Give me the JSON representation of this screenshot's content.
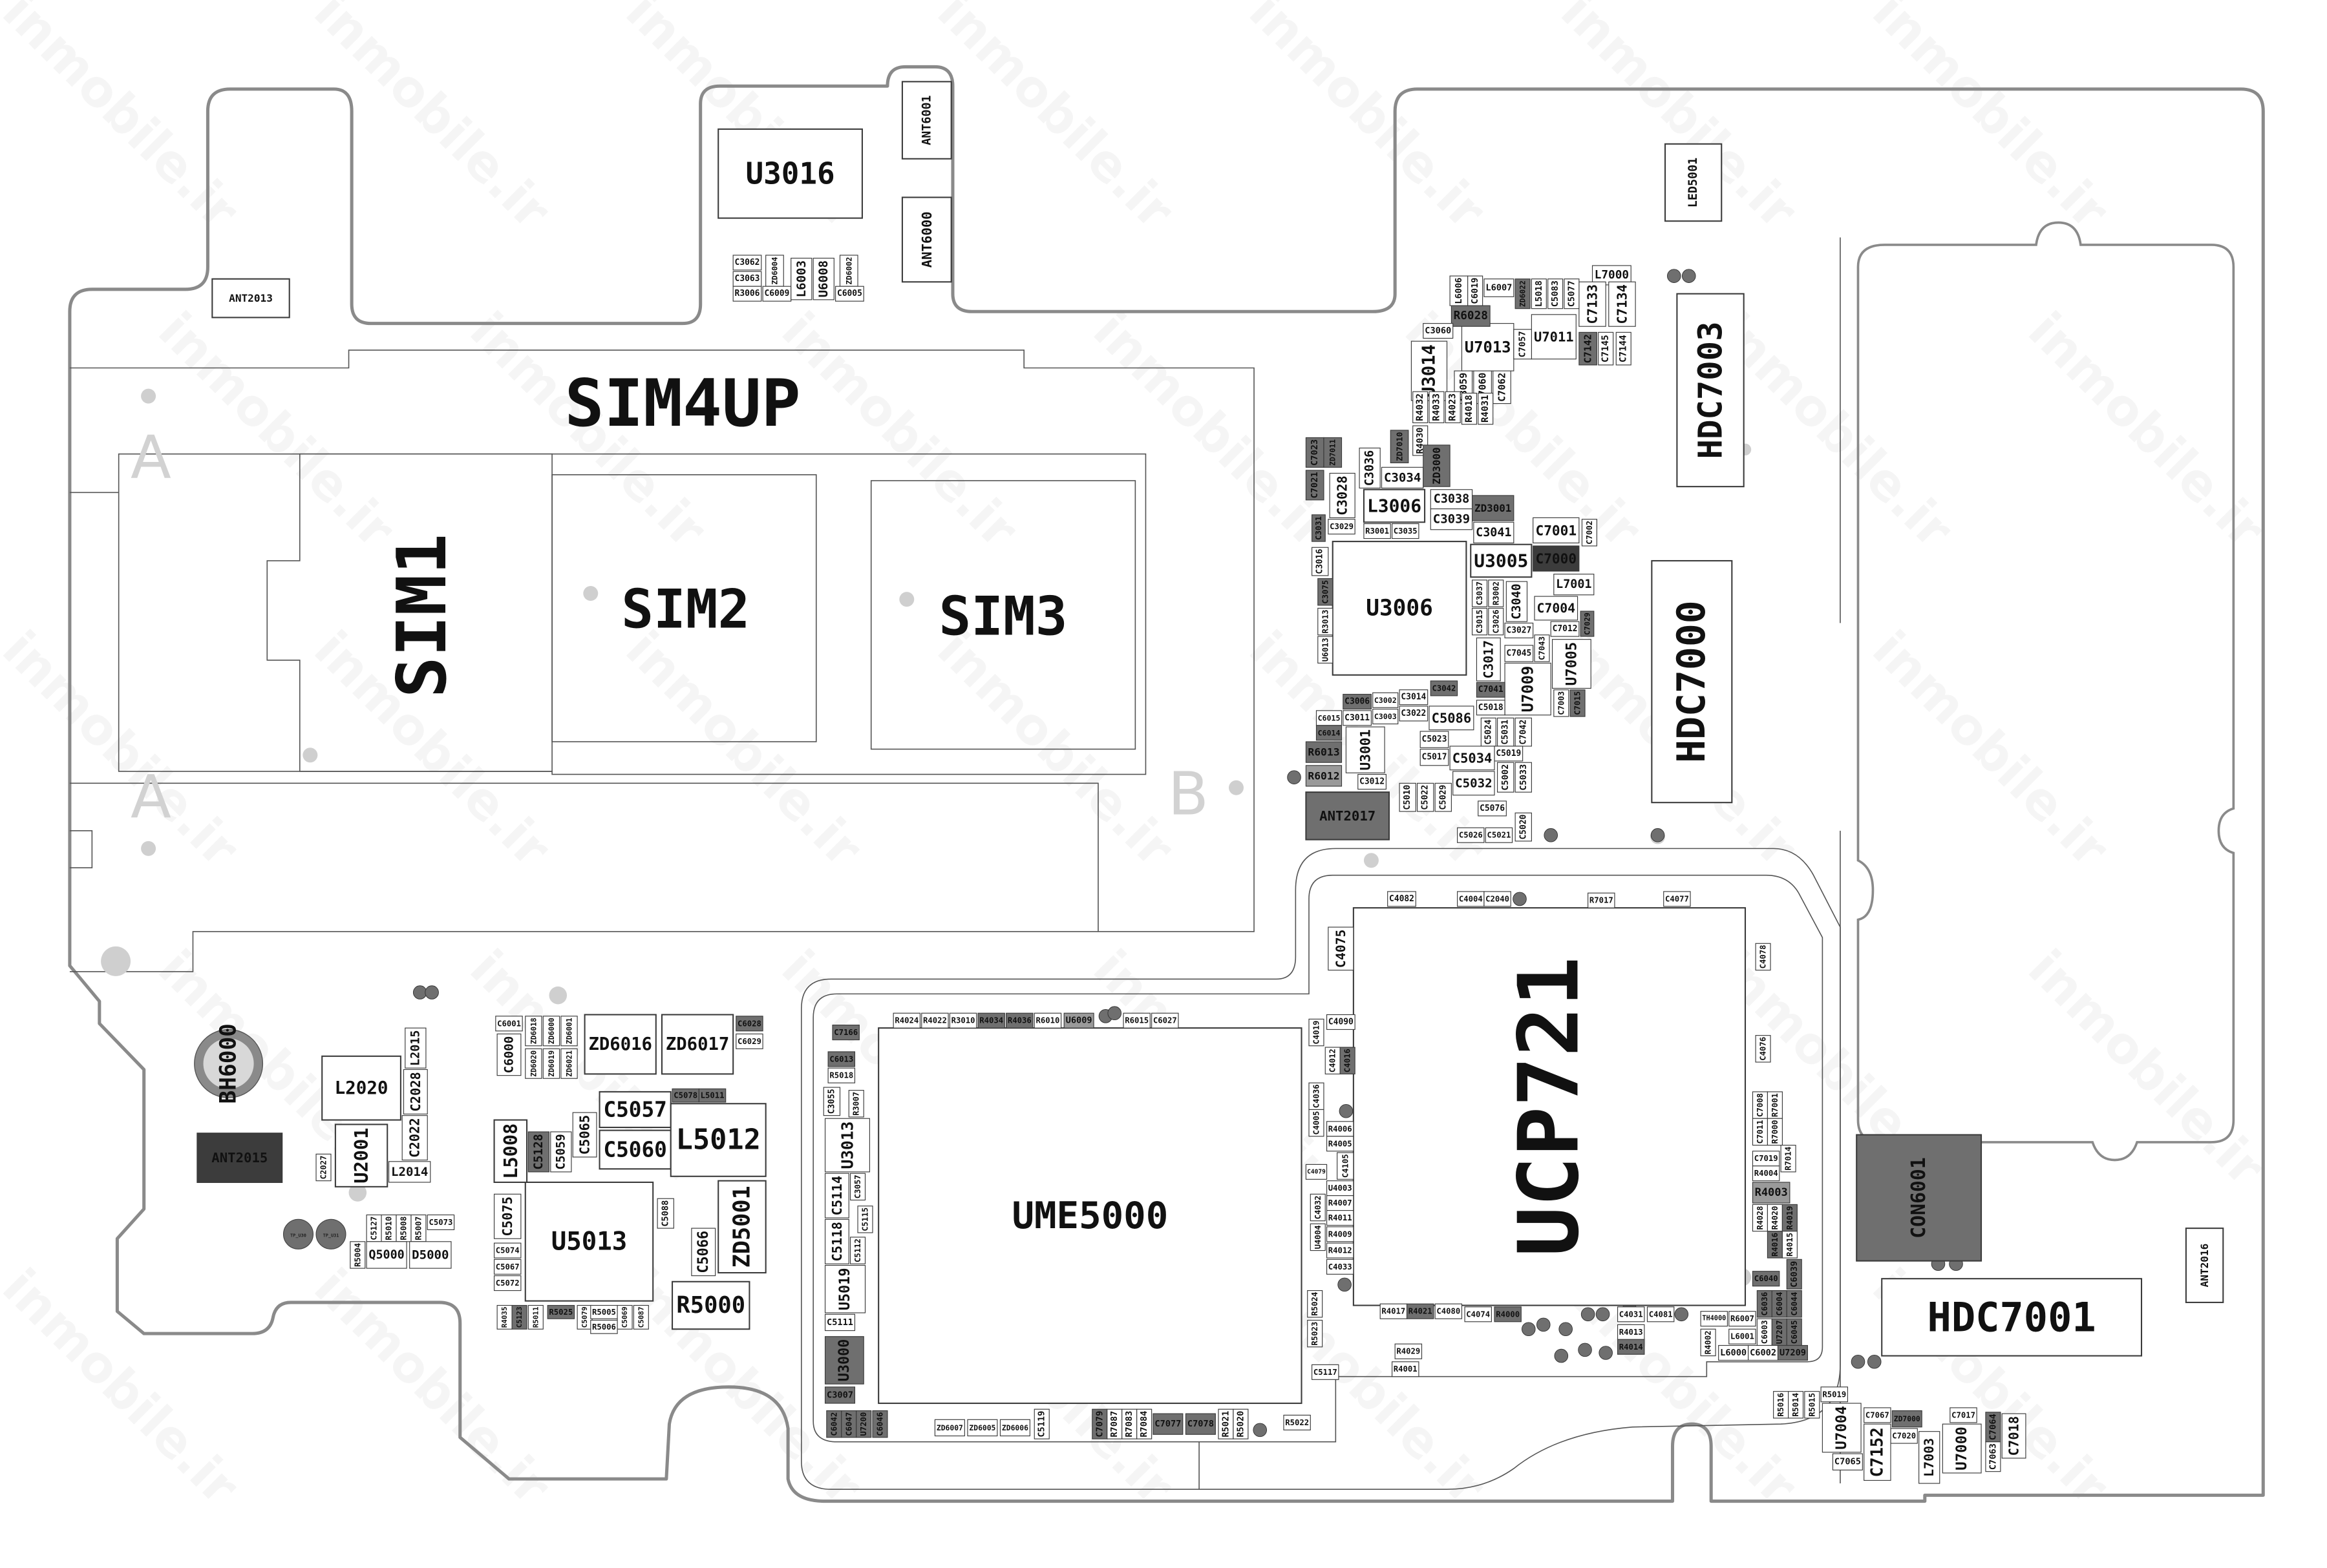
{
  "board": {
    "title": "SIM4UP",
    "sim_slots": [
      "SIM1",
      "SIM2",
      "SIM3"
    ],
    "tray_markers": [
      "A",
      "A",
      "B"
    ],
    "watermark": "inmobile.ir",
    "battery_holder": "BH6000",
    "test_points": [
      "TP_U30",
      "TP_U31"
    ]
  },
  "components": [
    "U3016",
    "ANT6001",
    "ANT6000",
    "ANT2013",
    "LED5001",
    "HDC7003",
    "HDC7000",
    "HDC7001",
    "CON6001",
    "ANT2016",
    "UCP721",
    "UME5000",
    "U3006",
    "U5013",
    "L2020",
    "ANT2015",
    "ANT2017",
    "C3062",
    "C3063",
    "R3006",
    "ZD6004",
    "C6009",
    "L6003",
    "U6008",
    "ZD6002",
    "C6005",
    "L7000",
    "C7133",
    "C7134",
    "U7011",
    "U7013",
    "U3014",
    "R6028",
    "L6006",
    "C6019",
    "L6007",
    "ZD6022",
    "L5018",
    "C5083",
    "C5077",
    "C3060",
    "C7057",
    "C7142",
    "C7145",
    "C7144",
    "C3059",
    "C7060",
    "C7062",
    "R4032",
    "R4033",
    "R4023",
    "R4018",
    "R4031",
    "R4030",
    "ZD7010",
    "C7023",
    "ZD7011",
    "C7021",
    "C3036",
    "C3034",
    "ZD3000",
    "C3028",
    "L3006",
    "C3038",
    "C3039",
    "ZD3001",
    "C3041",
    "C7001",
    "C7002",
    "C3029",
    "R3001",
    "C3035",
    "C3031",
    "U3005",
    "C7000",
    "L7001",
    "C7004",
    "C3040",
    "C3037",
    "R3002",
    "C3015",
    "C3026",
    "C3027",
    "C7012",
    "C7029",
    "C3017",
    "C7045",
    "C7043",
    "U7009",
    "U7005",
    "C7003",
    "C7015",
    "C7041",
    "C5018",
    "C5024",
    "C5031",
    "C7042",
    "C5019",
    "C5002",
    "C5033",
    "C3042",
    "C3006",
    "C3002",
    "C3014",
    "C6015",
    "C3011",
    "C3003",
    "C3022",
    "C5086",
    "C6014",
    "R6013",
    "R6012",
    "U3001",
    "C3012",
    "C5023",
    "C5017",
    "C5034",
    "C5032",
    "C5010",
    "C5022",
    "C5029",
    "C5076",
    "C5026",
    "C5021",
    "C5020",
    "C3016",
    "C3075",
    "R3013",
    "U6013",
    "C4082",
    "C4004",
    "C2040",
    "R7017",
    "C4077",
    "C4075",
    "C4090",
    "C4012",
    "C4016",
    "R4006",
    "R4005",
    "C4105",
    "U4003",
    "R4007",
    "R4011",
    "R4009",
    "R4012",
    "C4033",
    "C4078",
    "C4076",
    "C7008",
    "R7001",
    "C7011",
    "R7000",
    "C7019",
    "R4004",
    "R7014",
    "R4003",
    "R4028",
    "R4020",
    "R4019",
    "R4016",
    "R4015",
    "C6040",
    "C6039",
    "C6036",
    "C6004",
    "C6044",
    "TH4000",
    "R6007",
    "C6003",
    "U7207",
    "C6045",
    "R4002",
    "L6001",
    "L6000",
    "C6002",
    "U7209",
    "R4017",
    "R4021",
    "C4080",
    "C4074",
    "R4000",
    "C4031",
    "C4081",
    "R4013",
    "R4014",
    "R4029",
    "R4001",
    "R4024",
    "R4022",
    "R3010",
    "R4034",
    "R4036",
    "R6010",
    "U6009",
    "R6015",
    "C6027",
    "C7166",
    "C6013",
    "R5018",
    "C3055",
    "R3007",
    "U3013",
    "C5114",
    "C3057",
    "C5115",
    "C5118",
    "C5112",
    "U5019",
    "C5111",
    "U3000",
    "C3007",
    "C6042",
    "C6047",
    "U7200",
    "C6046",
    "ZD6007",
    "ZD6005",
    "ZD6006",
    "C5119",
    "C7079",
    "R7087",
    "R7083",
    "R7084",
    "C7077",
    "C7078",
    "R5021",
    "R5020",
    "R5022",
    "C4019",
    "C4036",
    "C4005",
    "C4079",
    "C4032",
    "U4004",
    "R5024",
    "R5023",
    "C5117",
    "C6001",
    "C6000",
    "ZD6018",
    "ZD6000",
    "ZD6001",
    "ZD6020",
    "ZD6019",
    "ZD6021",
    "ZD6016",
    "ZD6017",
    "C6028",
    "C6029",
    "C5078",
    "L5011",
    "C5057",
    "C5060",
    "L5012",
    "L5008",
    "C5128",
    "C5059",
    "C5065",
    "C5075",
    "C5074",
    "C5067",
    "C5072",
    "C5088",
    "C5066",
    "ZD5001",
    "R5000",
    "R4035",
    "C5123",
    "R5011",
    "R5025",
    "C5079",
    "R5005",
    "R5006",
    "C5069",
    "C5087",
    "L2015",
    "C2028",
    "C2022",
    "U2001",
    "C2027",
    "L2014",
    "C5127",
    "R5010",
    "R5008",
    "R5007",
    "C5073",
    "R5004",
    "Q5000",
    "D5000",
    "R5016",
    "R5014",
    "R5015",
    "R5019",
    "U7004",
    "C7067",
    "ZD7000",
    "C7020",
    "C7152",
    "C7065",
    "L7003",
    "C7017",
    "U7000",
    "C7064",
    "C7063",
    "C7018"
  ],
  "colors": {
    "board_outline": "#8a8a8a",
    "part_fill": "#ffffff",
    "part_dark": "#6f6f6f",
    "part_mid": "#9a9a9a",
    "part_black": "#3c3c3c",
    "pin1_dot": "#cfcfcf"
  }
}
